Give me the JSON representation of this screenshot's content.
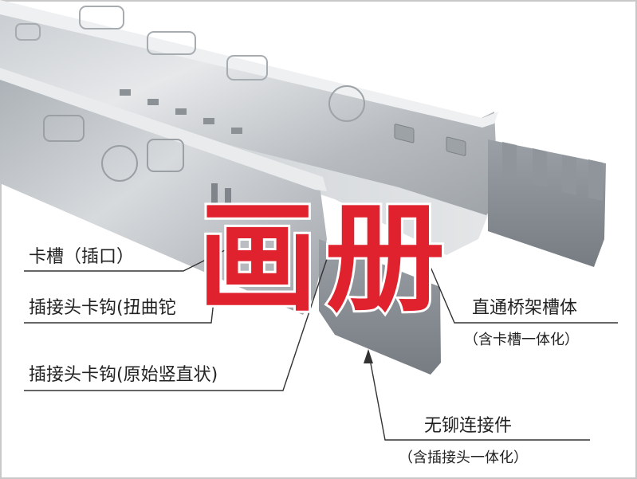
{
  "overlay_text": "画册",
  "labels": {
    "slot": "卡槽（插口）",
    "hook_bent": "插接头卡钩(扭曲铊",
    "hook_original": "插接头卡钩(原始竖直状)",
    "tray_body": "直通桥架槽体",
    "tray_body_note": "（含卡槽一体化）",
    "connector": "无铆连接件",
    "connector_note": "（含插接头一体化）"
  },
  "colors": {
    "overlay_red": "#e0222e",
    "metal_light": "#d9dcdf",
    "metal_mid": "#b4b8bc",
    "metal_dark": "#868b90",
    "text": "#222222"
  }
}
